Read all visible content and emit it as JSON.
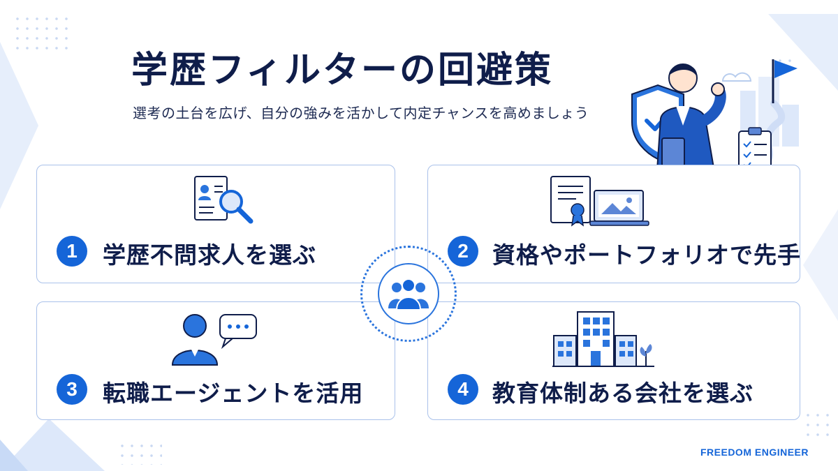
{
  "header": {
    "title": "学歴フィルターの回避策",
    "subtitle": "選考の土台を広げ、自分の強みを活かして内定チャンスを高めましょう"
  },
  "cards": [
    {
      "number": "1",
      "label": "学歴不問求人を選ぶ",
      "icon": "resume-search-icon"
    },
    {
      "number": "2",
      "label": "資格やポートフォリオで先手",
      "icon": "certificate-portfolio-icon"
    },
    {
      "number": "3",
      "label": "転職エージェントを活用",
      "icon": "agent-chat-icon"
    },
    {
      "number": "4",
      "label": "教育体制ある会社を選ぶ",
      "icon": "company-building-icon"
    }
  ],
  "center": {
    "icon": "people-group-icon"
  },
  "footer": {
    "brand": "FREEDOM ENGINEER"
  },
  "colors": {
    "accent": "#1565d8",
    "navy": "#0f1d4a",
    "light_blue": "#a9c1ea"
  }
}
